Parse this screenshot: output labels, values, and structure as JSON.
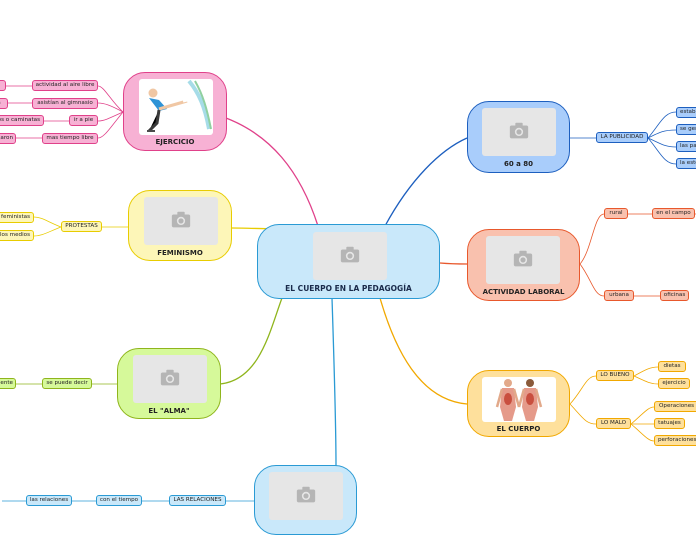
{
  "center": {
    "title": "EL CUERPO EN LA PEDAGOGÍA"
  },
  "main_topics": {
    "ejercicio": "EJERCICIO",
    "feminismo": "FEMINISMO",
    "alma": "EL \"ALMA\"",
    "sesenta_ochenta": "60 a 80",
    "actividad_laboral": "ACTIVIDAD LABORAL",
    "el_cuerpo": "EL CUERPO"
  },
  "ejercicio_branch": {
    "items": [
      "actividad al aire libre",
      "asistían al gimnasio",
      "ir a pie",
      "mas tiempo libre"
    ],
    "left_items": [
      "",
      "a",
      "os o caminatas",
      "aron"
    ]
  },
  "feminismo_branch": {
    "protestas": "PROTESTAS",
    "left_items": [
      "feministas",
      "los medios"
    ]
  },
  "alma_branch": {
    "se_puede_decir": "se puede decir",
    "left_item": "ente"
  },
  "relaciones_branch": {
    "label": "LAS RELACIONES",
    "con_el_tiempo": "con el tiempo",
    "las_relaciones": "las relaciones"
  },
  "publicidad_branch": {
    "label": "LA PUBLICIDAD",
    "right_items": [
      "estab",
      "se gen",
      "las pa",
      "la esté"
    ]
  },
  "laboral_branch": {
    "rural": "rural",
    "en_el_campo": "en el campo",
    "urbana": "urbana",
    "oficinas": "oficinas"
  },
  "cuerpo_branch": {
    "lo_bueno": "LO BUENO",
    "dietas": "dietas",
    "ejercicio": "ejercicio",
    "lo_malo": "LO MALO",
    "operaciones": "Operaciones",
    "tatuajes": "tatuajes",
    "perforaciones": "perforaciones"
  },
  "colors": {
    "center": "#c9e8fa",
    "ejercicio": "#f7b1d4",
    "feminismo": "#fdf6b8",
    "alma": "#d6f99a",
    "sixty": "#a9cdfb",
    "laboral": "#f9c1ae",
    "cuerpo": "#fee09c"
  },
  "icons": [
    "camera-icon",
    "exercise-photo-icon",
    "human-anatomy-icon"
  ]
}
